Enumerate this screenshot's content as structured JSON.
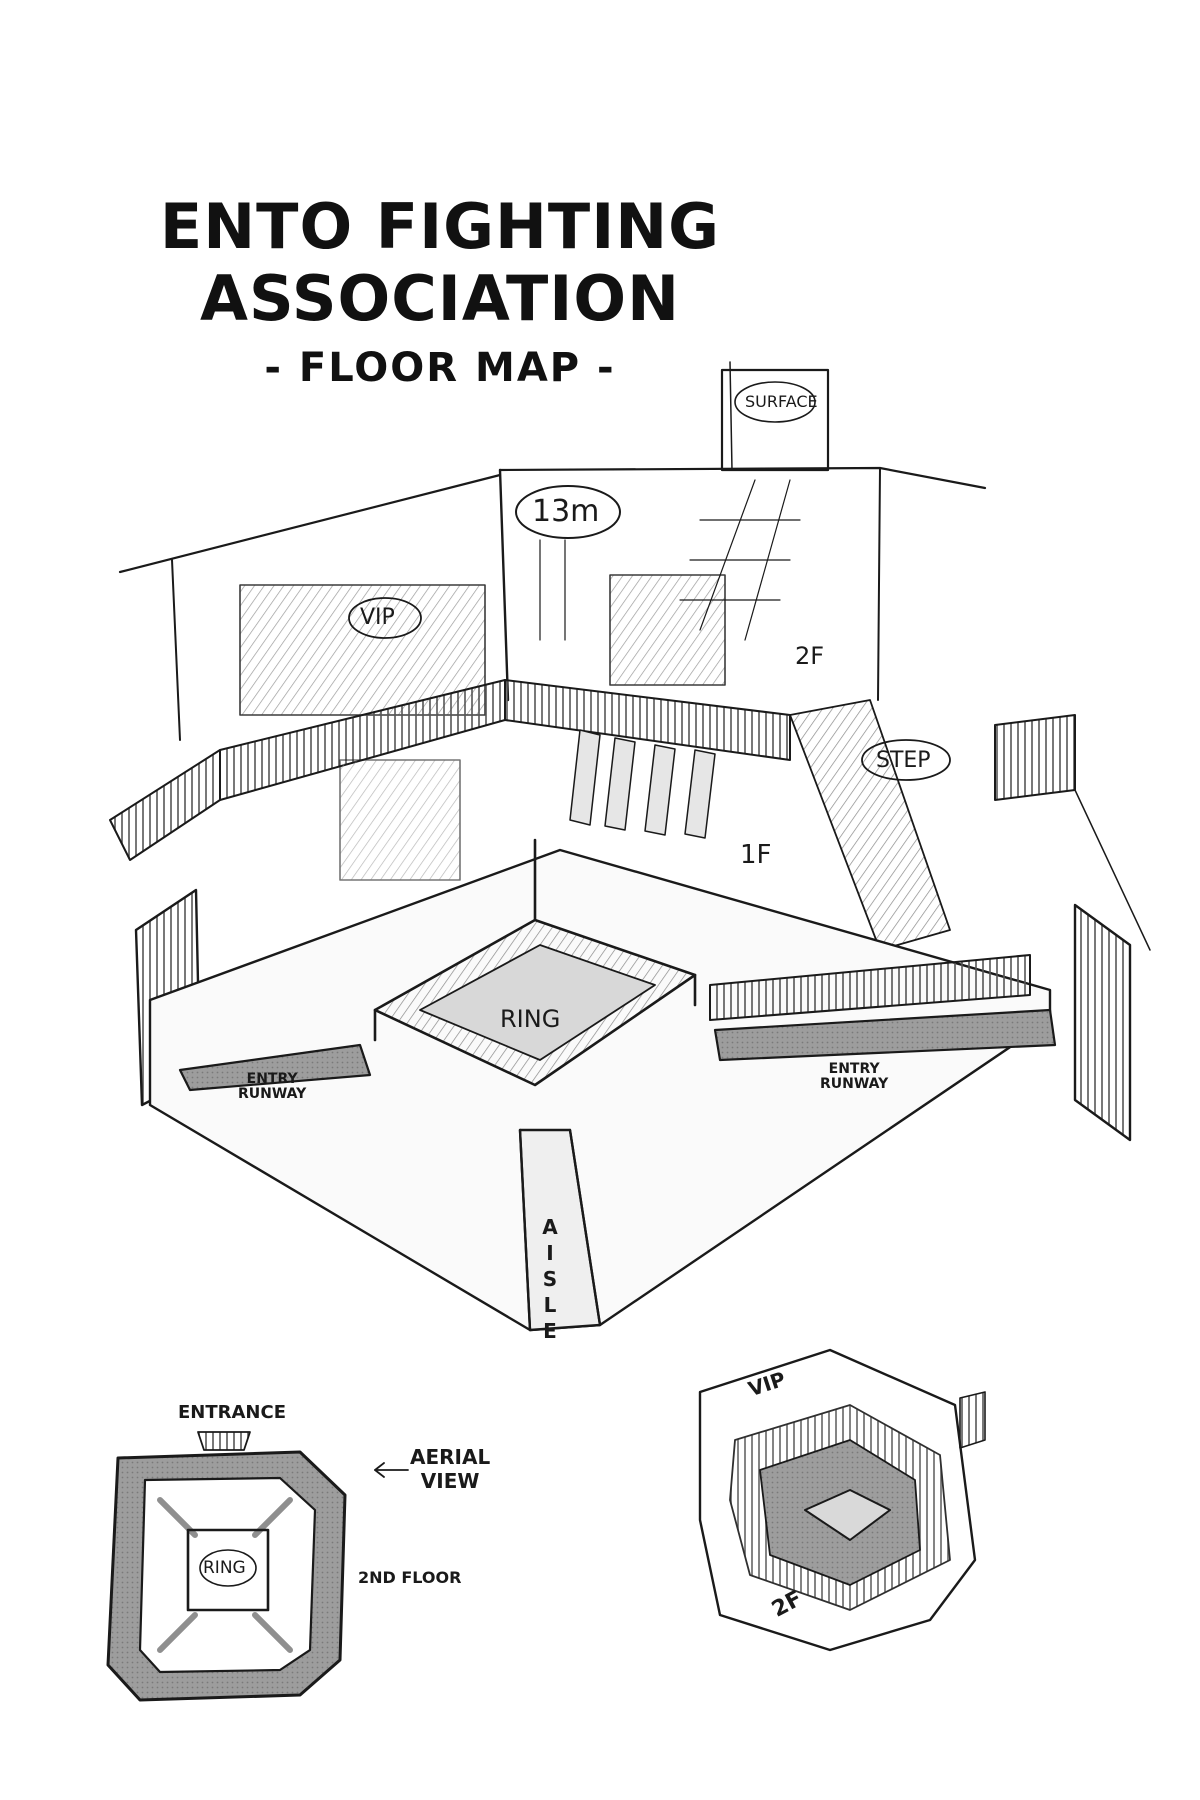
{
  "title": {
    "line1": "ENTO FIGHTING",
    "line2": "ASSOCIATION",
    "subtitle": "- FLOOR MAP -"
  },
  "main_sketch": {
    "surface_label": "SURFACE",
    "height_label": "13m",
    "vip_label": "VIP",
    "second_floor_label": "2F",
    "step_label": "STEP",
    "first_floor_label": "1F",
    "ring_label": "RING",
    "entry_runway_left_line1": "ENTRY",
    "entry_runway_left_line2": "RUNWAY",
    "entry_runway_right_line1": "ENTRY",
    "entry_runway_right_line2": "RUNWAY",
    "aisle_label": "AISLE"
  },
  "aerial_plan": {
    "entrance_label": "ENTRANCE",
    "aerial_label_line1": "AERIAL",
    "aerial_label_line2": "VIEW",
    "ring_label": "RING",
    "second_floor_label": "2ND FLOOR"
  },
  "mini_view": {
    "vip_label": "VIP",
    "second_floor_label": "2F"
  }
}
